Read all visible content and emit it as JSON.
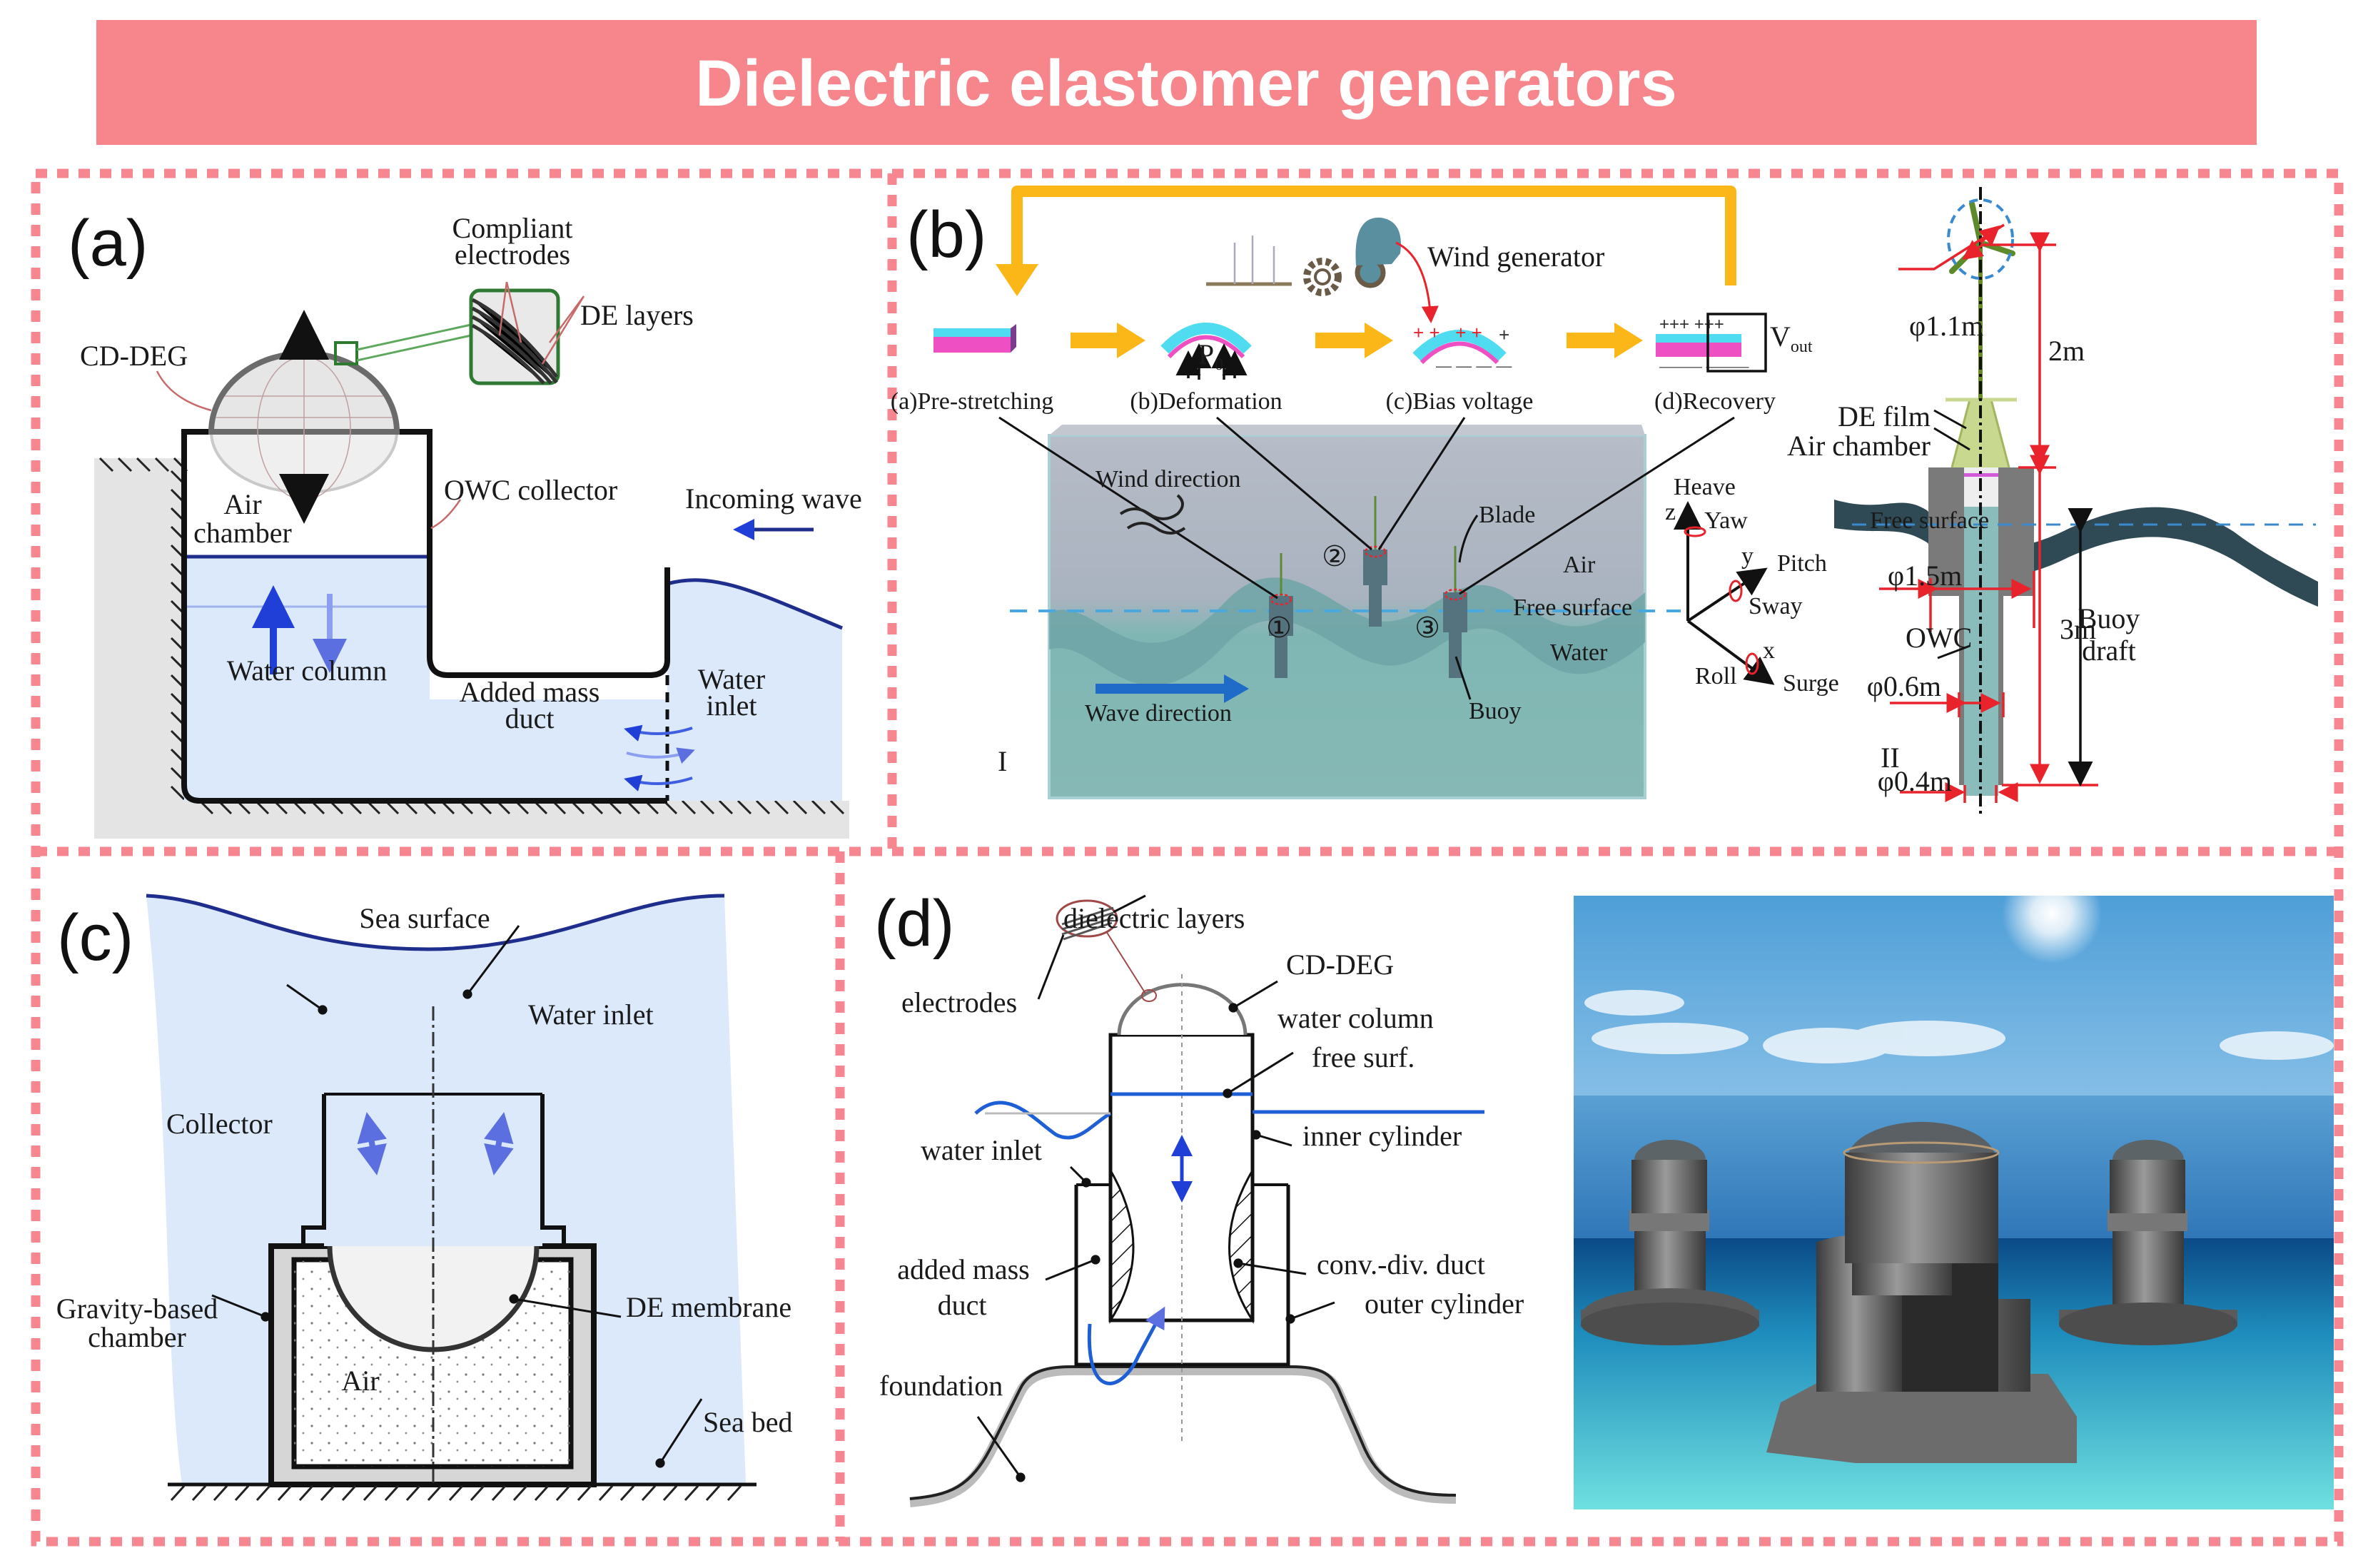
{
  "title": "Dielectric elastomer generators",
  "colors": {
    "banner": "#f7868c",
    "frame": "#f6868f",
    "water_light": "#dbe9fb",
    "water_dark_blue": "#1f2e8c",
    "arrow_blue": "#1f3fd6",
    "yellow_arrow": "#fbb718",
    "dim_red": "#e8232b",
    "de_pink": "#ee4fc3",
    "de_cyan": "#4fdcf0"
  },
  "panel_a": {
    "tag": "(a)",
    "labels": {
      "compliant_electrodes_l1": "Compliant",
      "compliant_electrodes_l2": "electrodes",
      "de_layers": "DE layers",
      "cd_deg": "CD-DEG",
      "air_chamber_l1": "Air",
      "air_chamber_l2": "chamber",
      "owc_collector": "OWC collector",
      "incoming_wave": "Incoming wave",
      "water_column": "Water column",
      "added_mass_duct_l1": "Added mass",
      "added_mass_duct_l2": "duct",
      "water_inlet_l1": "Water",
      "water_inlet_l2": "inlet"
    }
  },
  "panel_b": {
    "tag": "(b)",
    "wind_generator": "Wind generator",
    "steps": [
      {
        "label": "(a)Pre-stretching"
      },
      {
        "label": "(b)Deformation",
        "symbol": "P₀"
      },
      {
        "label": "(c)Bias voltage"
      },
      {
        "label": "(d)Recovery",
        "output": "V",
        "output_sub": "out"
      }
    ],
    "scene_I": {
      "roman": "I",
      "wind_direction": "Wind direction",
      "wave_direction": "Wave direction",
      "blade": "Blade",
      "air": "Air",
      "free_surface": "Free surface",
      "water": "Water",
      "buoy": "Buoy",
      "buoy_markers": [
        "①",
        "②",
        "③"
      ]
    },
    "axes": {
      "heave": "Heave",
      "z": "z",
      "yaw": "Yaw",
      "y": "y",
      "pitch": "Pitch",
      "sway": "Sway",
      "x": "x",
      "roll": "Roll",
      "surge": "Surge"
    },
    "detail_II": {
      "roman": "II",
      "rotor_dia": "φ1.1m",
      "height_top": "2m",
      "de_film": "DE film",
      "air_chamber": "Air chamber",
      "free_surface": "Free surface",
      "float_dia": "φ1.5m",
      "owc": "OWC",
      "draft_dim": "3m",
      "buoy_draft_l1": "Buoy",
      "buoy_draft_l2": "draft",
      "inner_dia": "φ0.6m",
      "outlet_dia": "φ0.4m"
    }
  },
  "panel_c": {
    "tag": "(c)",
    "labels": {
      "sea_surface": "Sea surface",
      "water_inlet": "Water inlet",
      "collector": "Collector",
      "gravity_chamber_l1": "Gravity-based",
      "gravity_chamber_l2": "chamber",
      "de_membrane": "DE membrane",
      "air": "Air",
      "sea_bed": "Sea bed"
    }
  },
  "panel_d": {
    "tag": "(d)",
    "labels": {
      "dielectric_layers": "dielectric layers",
      "electrodes": "electrodes",
      "cd_deg": "CD-DEG",
      "water_column_l1": "water column",
      "water_column_l2": "free surf.",
      "inner_cylinder": "inner cylinder",
      "water_inlet": "water inlet",
      "added_mass_l1": "added mass",
      "added_mass_l2": "duct",
      "conv_div_duct": "conv.-div. duct",
      "outer_cylinder": "outer cylinder",
      "foundation": "foundation"
    }
  }
}
